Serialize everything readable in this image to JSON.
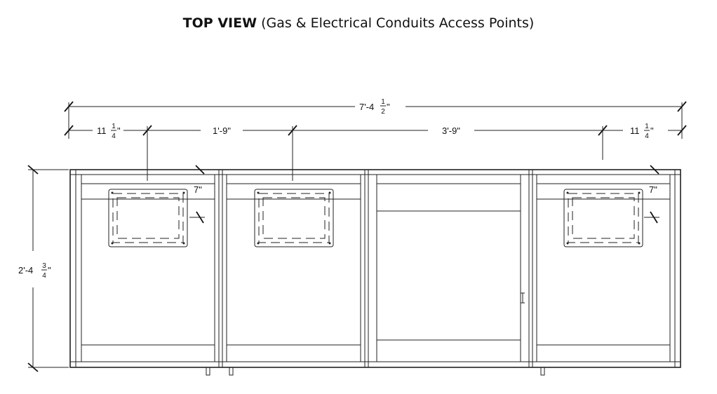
{
  "title": {
    "bold": "TOP VIEW",
    "rest": "(Gas & Electrical Conduits Access Points)"
  },
  "dimensions": {
    "overall_width": {
      "whole": "7'-4",
      "num": "1",
      "den": "2",
      "unit": "\""
    },
    "left_offset": {
      "whole": "11",
      "num": "1",
      "den": "4",
      "unit": "\""
    },
    "first_span": "1'-9\"",
    "second_span": "3'-9\"",
    "right_offset": {
      "whole": "11",
      "num": "1",
      "den": "4",
      "unit": "\""
    },
    "depth": {
      "whole": "2'-4",
      "num": "3",
      "den": "4",
      "unit": "\""
    },
    "cutout_left": "7\"",
    "cutout_right": "7\""
  }
}
